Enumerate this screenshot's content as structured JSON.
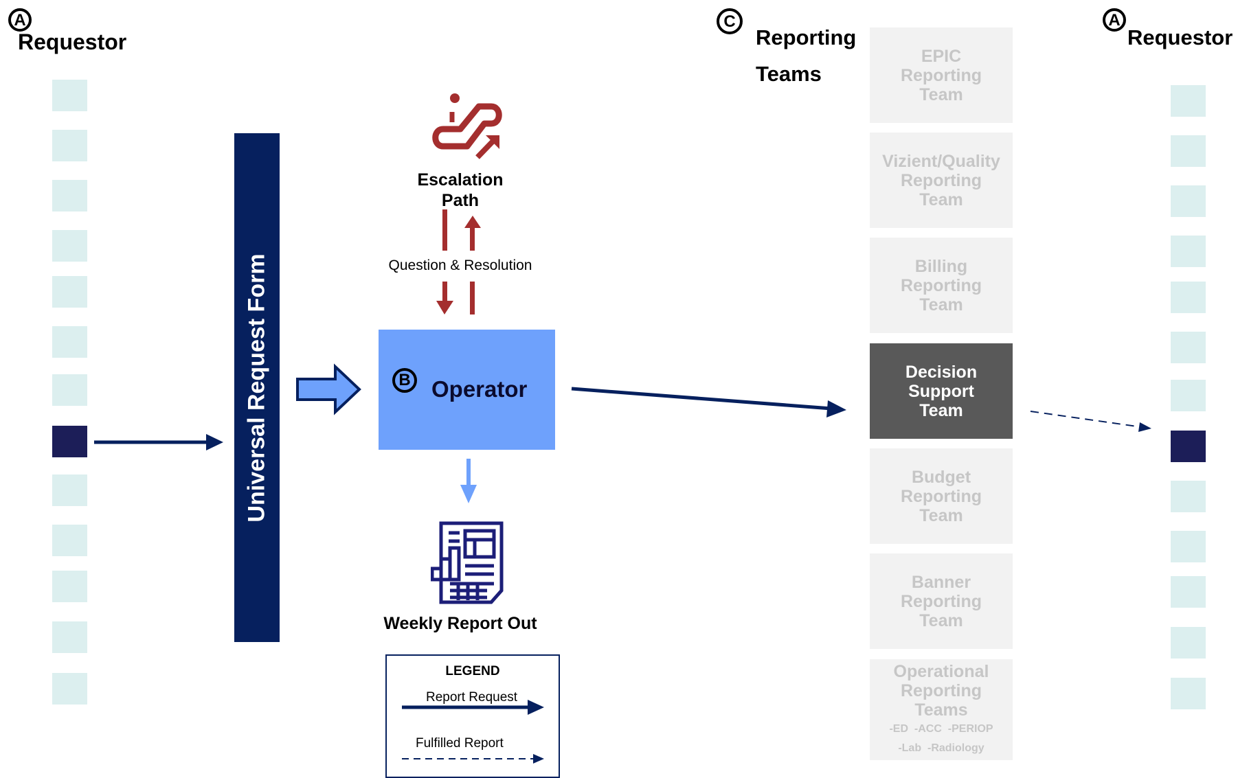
{
  "left_column": {
    "marker": "A",
    "title": "Requestor",
    "active_index": 7,
    "count": 13
  },
  "right_column": {
    "marker": "A",
    "title": "Requestor",
    "active_index": 7,
    "count": 13
  },
  "request_form": {
    "label": "Universal Request Form"
  },
  "operator": {
    "marker": "B",
    "label": "Operator"
  },
  "escalation": {
    "label": "Escalation\nPath",
    "icon": "escalator-icon",
    "arrows_label": "Question & Resolution"
  },
  "weekly_report": {
    "label": "Weekly Report Out",
    "icon": "report-document-icon"
  },
  "reporting_teams": {
    "marker": "C",
    "title": "Reporting\nTeams",
    "teams": [
      {
        "label": "EPIC\nReporting\nTeam",
        "highlight": false
      },
      {
        "label": "Vizient/Quality\nReporting\nTeam",
        "highlight": false
      },
      {
        "label": "Billing\nReporting\nTeam",
        "highlight": false
      },
      {
        "label": "Decision\nSupport\nTeam",
        "highlight": true
      },
      {
        "label": "Budget\nReporting\nTeam",
        "highlight": false
      },
      {
        "label": "Banner\nReporting\nTeam",
        "highlight": false
      },
      {
        "label": "Operational\nReporting\nTeams",
        "highlight": false,
        "sub": [
          "-ED  -ACC  -PERIOP",
          "-Lab  -Radiology"
        ]
      }
    ]
  },
  "legend": {
    "title": "LEGEND",
    "report_request": "Report Request",
    "fulfilled_report": "Fulfilled Report"
  },
  "colors": {
    "navy": "#06205e",
    "light_square": "#dcefef",
    "active_square": "#1c1e58",
    "operator": "#6ea1fc",
    "escalation": "#a42e2e",
    "team_inactive": "#f2f2f2",
    "team_active": "#595959"
  }
}
